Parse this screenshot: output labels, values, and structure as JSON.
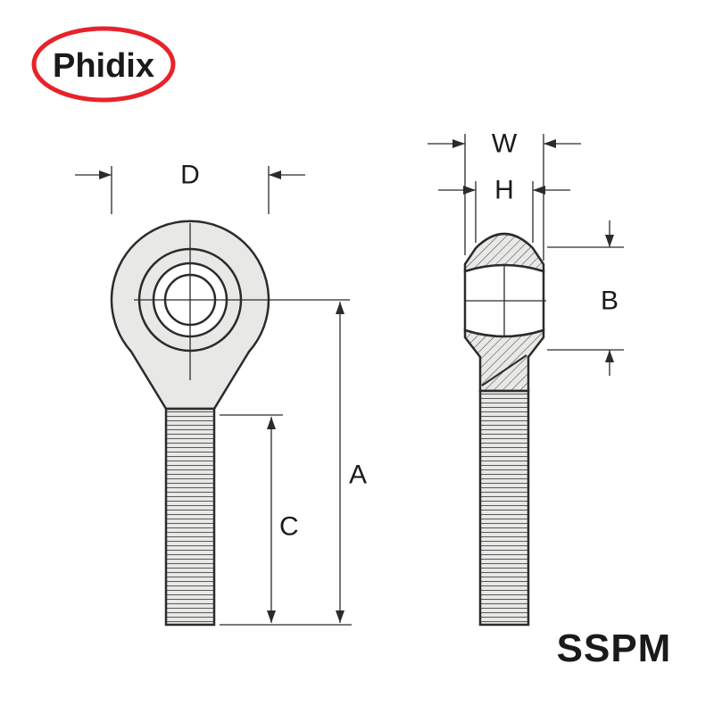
{
  "brand": {
    "name": "Phidix",
    "color": "#e8222a"
  },
  "series": {
    "label": "SSPM"
  },
  "dim_labels": {
    "d": "D",
    "a": "A",
    "c": "C",
    "w": "W",
    "h": "H",
    "b": "B"
  },
  "colors": {
    "background": "#ffffff",
    "line": "#2b2b2b",
    "metal_fill": "#e8e8e6",
    "text": "#1a1a1a",
    "brand_red": "#e8222a"
  }
}
